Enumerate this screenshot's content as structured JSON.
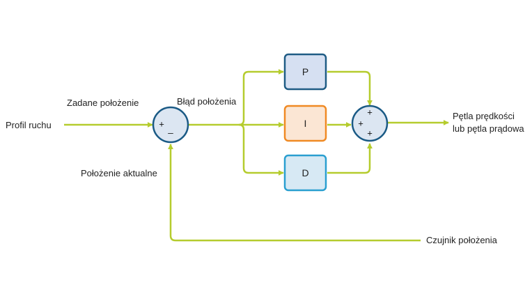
{
  "labels": {
    "input": "Profil ruchu",
    "setpoint": "Zadane położenie",
    "error": "Błąd położenia",
    "feedback": "Położenie aktualne",
    "sensor": "Czujnik położenia",
    "output_line1": "Pętla prędkości",
    "output_line2": "lub pętla prądowa"
  },
  "blocks": {
    "p": "P",
    "i": "I",
    "d": "D"
  },
  "junctions": {
    "comparator_plus": "+",
    "comparator_minus": "_",
    "summer_top": "+",
    "summer_left": "+",
    "summer_bottom": "+"
  },
  "colors": {
    "line": "#b5cc2e",
    "junction_fill": "#dce6f2",
    "junction_stroke": "#1a5a85",
    "p_fill": "#d6e0f2",
    "p_stroke": "#1f5c85",
    "i_fill": "#fbe6d4",
    "i_stroke": "#f08a24",
    "d_fill": "#d7e9f4",
    "d_stroke": "#2a9fd0"
  }
}
